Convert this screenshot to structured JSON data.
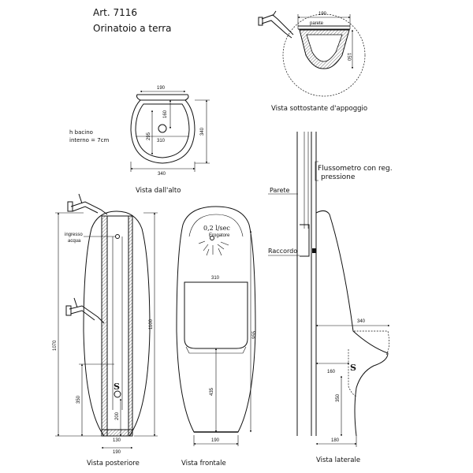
{
  "title": {
    "article": "Art. 7116",
    "name": "Orinatoio a terra"
  },
  "views": {
    "bottom_support": {
      "caption": "Vista sottostante d'appoggio",
      "width_dim": "190",
      "wall_label": "parete",
      "depth_dim": "150"
    },
    "top": {
      "caption": "Vista dall'alto",
      "dim_top": "190",
      "dim_160": "160",
      "dim_295": "295",
      "dim_310": "310",
      "dim_340_side": "340",
      "dim_340_bottom": "340",
      "basin_note_1": "h bacino",
      "basin_note_2": "interno = 7cm"
    },
    "rear": {
      "caption": "Vista posteriore",
      "water_inlet_1": "ingresso",
      "water_inlet_2": "acqua",
      "dim_1070": "1070",
      "dim_1100": "1100",
      "dim_350": "350",
      "dim_200": "200",
      "dim_130": "130",
      "dim_190": "190",
      "drain_symbol": "S"
    },
    "front": {
      "caption": "Vista frontale",
      "flow_rate": "0,2 l/sec",
      "dispenser": "Erogatore",
      "dim_310": "310",
      "dim_955": "955",
      "dim_435": "435",
      "dim_190": "190"
    },
    "side": {
      "caption": "Vista laterale",
      "flushometer_1": "Flussometro con reg.",
      "flushometer_2": "pressione",
      "wall_label": "Parete",
      "fitting_label": "Raccordo",
      "dim_340": "340",
      "dim_160": "160",
      "dim_350": "350",
      "dim_180": "180",
      "drain_symbol": "S"
    }
  }
}
